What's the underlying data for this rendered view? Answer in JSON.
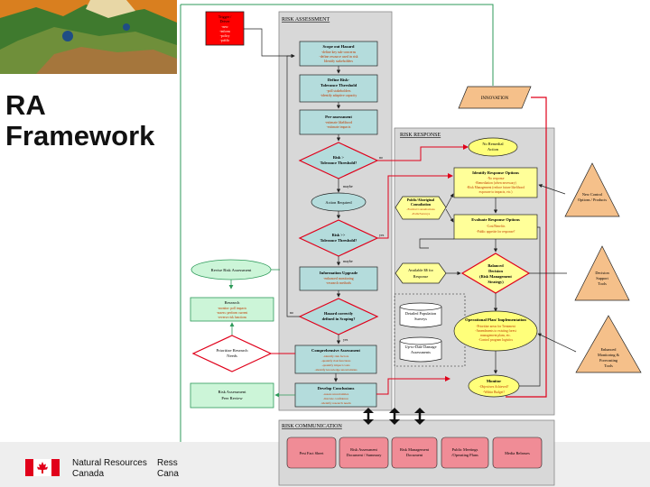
{
  "slide": {
    "title_line1": "RA",
    "title_line2": "Framework",
    "org_name_line1": "Natural Resources",
    "org_name_line2": "Canada",
    "org_name_fr_line1": "Ress",
    "org_name_fr_line2": "Cana"
  },
  "colors": {
    "box_blue": "#b4dcdc",
    "box_yellow": "#ffff99",
    "box_red": "#ff0000",
    "box_pink": "#f08c96",
    "box_orange": "#f5c08a",
    "box_green": "#ccf5d8",
    "panel_gray": "#d8d8d8",
    "arrow_red": "#e0001a",
    "arrow_green": "#2e9a5a",
    "ellipse_yellow": "#ffff7a"
  },
  "diagram": {
    "trigger": {
      "line1": "Trigger /",
      "line2": "Driver",
      "line3": "-new",
      "line4": "-inform",
      "line5": "-policy",
      "line6": "-public"
    },
    "risk_assessment": {
      "header": "RISK ASSESSMENT",
      "scope": {
        "title": "Scope out Hazard",
        "l1": "-define key sub-concerns",
        "l2": "-define resource used in risk",
        "l3": "Identify stakeholders"
      },
      "define_risk": {
        "title": "Define Risk-",
        "title2": "Tolerance Threshold",
        "l1": "-poll stakeholders",
        "l2": "-identify adaptive capacity"
      },
      "pre_assessment": {
        "title": "Pre-assessment",
        "l1": "-estimate likelihood",
        "l2": "-estimate impacts"
      },
      "risk_gt": {
        "line1": "Risk >",
        "line2": "Tolerance Threshold?"
      },
      "label_no": "no",
      "label_maybe": "maybe",
      "action_required": "Action Required",
      "risk_gtgt": {
        "line1": "Risk >>",
        "line2": "Tolerance Threshold?"
      },
      "label_yes": "yes",
      "label_maybe2": "maybe",
      "info_upgrade": {
        "title": "Information Upgrade",
        "l1": "-enhanced monitoring",
        "l2": "-research methods"
      },
      "hazard_scoped": {
        "line1": "Hazard correctly",
        "line2": "defined in Scoping?"
      },
      "label_no2": "no",
      "label_yes2": "yes",
      "comprehensive": {
        "title": "Comprehensive Assessment",
        "l1": "-identify risk factors",
        "l2": "-quantify risk functions",
        "l3": "-quantify impact costs",
        "l4": "-identify knowledge uncertainties"
      },
      "develop": {
        "title": "Develop Conclusions",
        "l1": "-assess uncertainties",
        "l2": "-list/rate confidence",
        "l3": "-identify research needs"
      }
    },
    "left_side": {
      "revise": "Revise Risk Assessment",
      "research": {
        "title": "Research",
        "l1": "-monitor: poll impacts",
        "l2": "-assess: perform current",
        "l3": "-reverse risk functions"
      },
      "prioritize": {
        "line1": "Prioritize Research",
        "line2": "Needs"
      },
      "peer_review": {
        "line1": "Risk Assessment",
        "line2": "Peer Review"
      }
    },
    "innovation": "INNOVATION",
    "risk_response": {
      "header": "RISK RESPONSE",
      "no_remedial": {
        "line1": "No Remedial",
        "line2": "Action"
      },
      "identify": {
        "title": "Identify Response Options",
        "l1": "-No response",
        "l2": "-Remediation (when necessary)",
        "l3": "-Risk Management (reduce future likelihood",
        "l4": "exposure to impacts, etc.)"
      },
      "public": {
        "title": "Public/Aboriginal",
        "title2": "Consultation",
        "l1": "-Formal Consultations",
        "l2": "-Polls/Surveys"
      },
      "evaluate": {
        "title": "Evaluate Response Options",
        "l1": "-Cost/Benefits",
        "l2": "-Public appetite for response?"
      },
      "balanced": {
        "line1": "Balanced",
        "line2": "Decision",
        "line3": "(Risk Management",
        "line4": "Strategy)"
      },
      "available": {
        "line1": "Available $$ for",
        "line2": "Response"
      },
      "detailed_pop": {
        "line1": "Detailed Population",
        "line2": "Surveys"
      },
      "upto_damage": {
        "line1": "Up-to-Date Damage",
        "line2": "Assessments"
      },
      "operational": {
        "title": "Operational Plan/ Implementation",
        "l1": "-Prioritize areas for Treatment",
        "l2": "-Amendments to existing forest",
        "l3": "management plans, etc.",
        "l4": "-Control program logistics"
      },
      "monitor": {
        "title": "Monitor",
        "l1": "-Objectives Achieved?",
        "l2": "-Within Budget?"
      }
    },
    "right_side": {
      "new_control": {
        "line1": "New Control",
        "line2": "Options / Products"
      },
      "decision_support": {
        "line1": "Decision",
        "line2": "Support",
        "line3": "Tools"
      },
      "enhanced": {
        "line1": "Enhanced",
        "line2": "Monitoring &",
        "line3": "Forecasting",
        "line4": "Tools"
      }
    },
    "risk_communication": {
      "header": "RISK COMMUNICATION",
      "items": [
        {
          "line1": "Fact Sheet",
          "prefix": "Pest "
        },
        {
          "line1": "Risk Assessment",
          "line2": "Document / Summary"
        },
        {
          "line1": "Risk Management",
          "line2": "Document"
        },
        {
          "line1": "Public Meetings",
          "line2": "/Operating Plans"
        },
        {
          "line1": "Media Releases"
        }
      ]
    }
  }
}
